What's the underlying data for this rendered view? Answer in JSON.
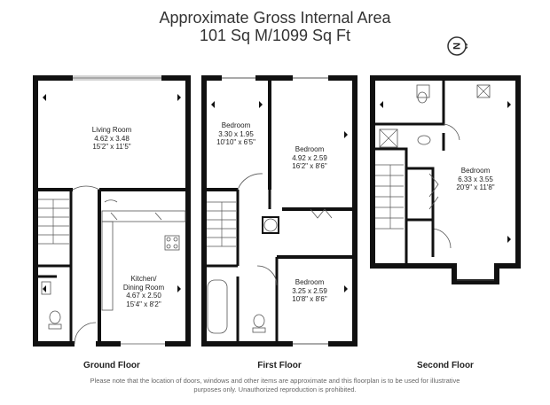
{
  "header": {
    "title_line1": "Approximate Gross Internal Area",
    "title_line2": "101 Sq M/1099 Sq Ft"
  },
  "compass": {
    "letter": "N",
    "icon": "compass-north-icon"
  },
  "floors": [
    {
      "label": "Ground Floor",
      "rooms": [
        {
          "name": "Living Room",
          "metric": "4.62 x 3.48",
          "imperial": "15'2\" x 11'5\""
        },
        {
          "name": "Kitchen/",
          "name2": "Dining Room",
          "metric": "4.67 x 2.50",
          "imperial": "15'4\" x 8'2\""
        }
      ]
    },
    {
      "label": "First Floor",
      "rooms": [
        {
          "name": "Bedroom",
          "metric": "3.30 x 1.95",
          "imperial": "10'10\" x 6'5\""
        },
        {
          "name": "Bedroom",
          "metric": "4.92 x 2.59",
          "imperial": "16'2\" x 8'6\""
        },
        {
          "name": "Bedroom",
          "metric": "3.25 x 2.59",
          "imperial": "10'8\" x 8'6\""
        }
      ]
    },
    {
      "label": "Second Floor",
      "rooms": [
        {
          "name": "Bedroom",
          "metric": "6.33 x 3.55",
          "imperial": "20'9\" x 11'8\""
        }
      ]
    }
  ],
  "disclaimer_line1": "Please note that the location of doors, windows and other items are approximate and this floorplan is to be used for illustrative",
  "disclaimer_line2": "purposes only. Unauthorized reproduction is prohibited.",
  "colors": {
    "wall": "#111111",
    "line": "#555555",
    "background": "#ffffff"
  }
}
